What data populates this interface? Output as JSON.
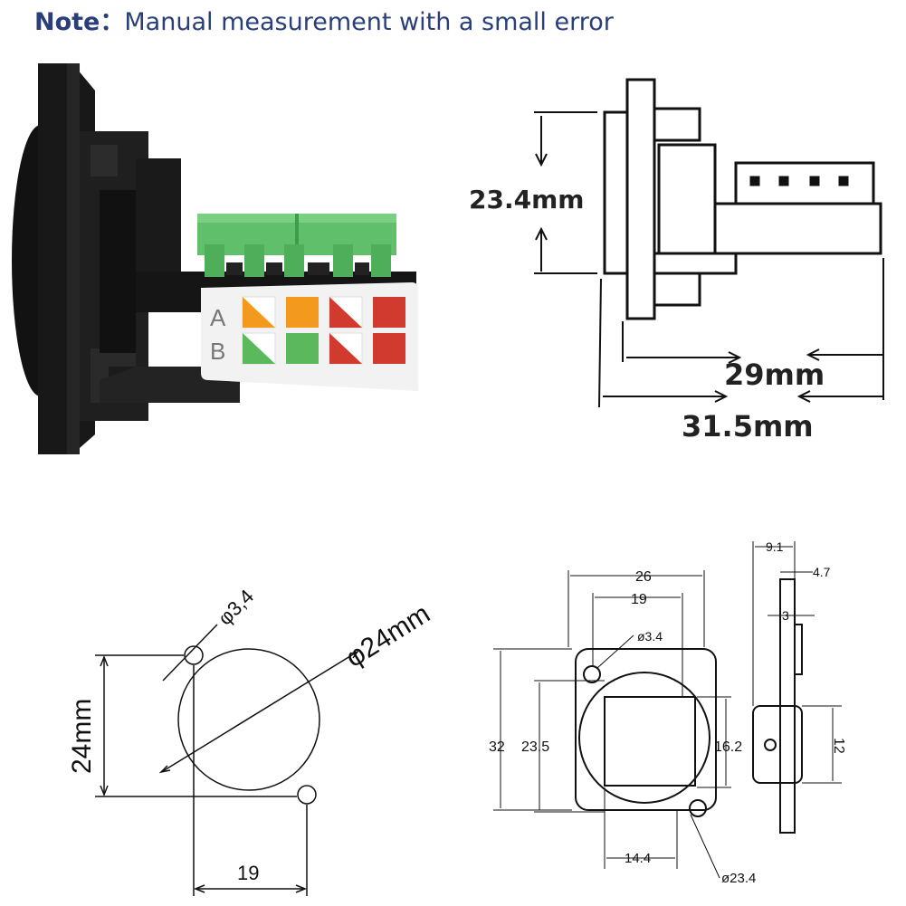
{
  "note": {
    "prefix": "Note：",
    "text": "Manual measurement with a small error"
  },
  "photo": {
    "row_a": "A",
    "row_b": "B"
  },
  "side_view": {
    "height": "23.4mm",
    "depth_inner": "29mm",
    "depth_total": "31.5mm"
  },
  "cutout": {
    "hole": "φ3,4",
    "circle": "φ24mm",
    "height": "24mm",
    "spacing": "19"
  },
  "front_view": {
    "width_outer": "26",
    "width_inner": "19",
    "hole": "ø3.4",
    "height_outer": "32",
    "height_inner": "23.5",
    "square": "16.2",
    "bottom": "14.4",
    "circle": "ø23.4"
  },
  "profile_view": {
    "total": "9.1",
    "flange": "4.7",
    "plate": "3",
    "height": "12"
  },
  "colors": {
    "note": "#2a3f7a",
    "orange": "#f39a1e",
    "green": "#5cb85c",
    "red": "#d03a2f",
    "terminal_green": "#4caf50"
  }
}
